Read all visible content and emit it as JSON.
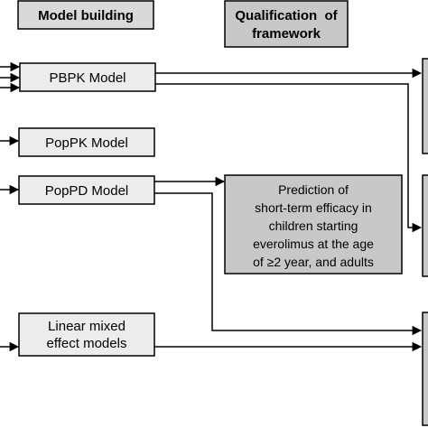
{
  "headers": {
    "model_building": "Model building",
    "qualification": [
      "Qualification  of",
      "framework"
    ]
  },
  "nodes": {
    "pbpk": "PBPK Model",
    "poppk": "PopPK Model",
    "poppd": "PopPD Model",
    "lme": [
      "Linear mixed",
      "effect models"
    ]
  },
  "prediction": [
    "Prediction of",
    "short-term efficacy in",
    "children starting",
    "everolimus at the age",
    "of ≥2 year, and adults"
  ],
  "colors": {
    "header_fill": "#d9d9d9",
    "box_fill": "#ececec",
    "prediction_fill": "#c8c8c8",
    "stroke": "#000000"
  }
}
